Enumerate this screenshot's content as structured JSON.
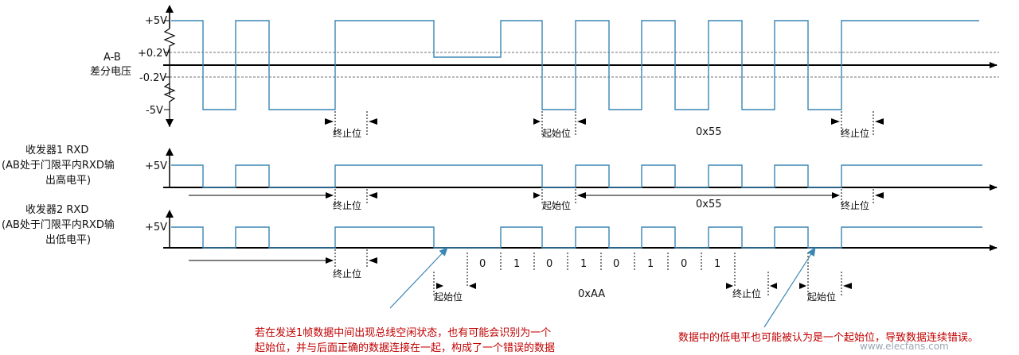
{
  "signal_panel": {
    "yaxis_title": [
      "A-B",
      "差分电压"
    ],
    "levels": {
      "pos5": "+5V",
      "pos02": "+0.2V",
      "neg02": "-0.2V",
      "neg5": "-5V"
    },
    "markers": {
      "stop1": "终止位",
      "start1": "起始位",
      "hex1": "0x55",
      "stop2": "终止位"
    }
  },
  "receiver1_panel": {
    "label": [
      "收发器1   RXD",
      "(AB处于门限平内RXD输",
      "出高电平)"
    ],
    "level": "+5V",
    "markers": {
      "stop1": "终止位",
      "start1": "起始位",
      "hex1": "0x55",
      "stop2": "终止位"
    }
  },
  "receiver2_panel": {
    "label": [
      "收发器2   RXD",
      "(AB处于门限平内RXD输",
      "出低电平)"
    ],
    "level": "+5V",
    "bits": [
      "0",
      "1",
      "0",
      "1",
      "0",
      "1",
      "0",
      "1"
    ],
    "markers": {
      "stop1": "终止位",
      "start1": "起始位",
      "hex": "0xAA",
      "stop2": "终止位",
      "start2": "起始位"
    }
  },
  "notes": {
    "left": [
      "若在发送1帧数据中间出现总线空闲状态，也有可能会识别为一个",
      "起始位，并与后面正确的数据连接在一起，构成了一个错误的数据"
    ],
    "right": "数据中的低电平也可能被认为是一个起始位，导致数据连续错误。"
  },
  "watermark": "www.elecfans.com",
  "colors": {
    "signal": "#3a86b4",
    "axis": "#000000",
    "note": "#c00000",
    "arrow": "#3a86b4"
  }
}
